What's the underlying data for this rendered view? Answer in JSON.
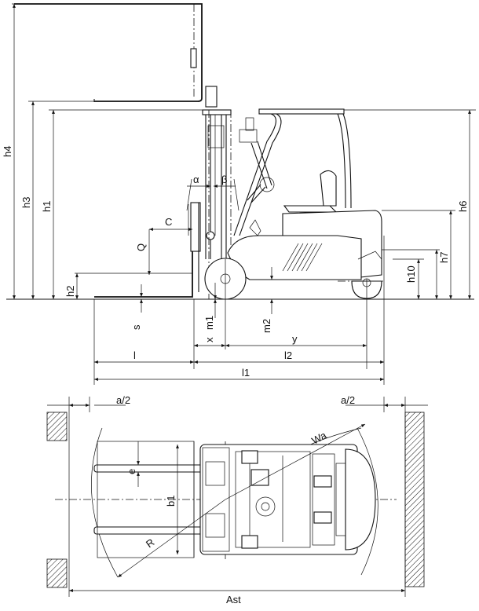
{
  "labels": {
    "h4": "h4",
    "h3": "h3",
    "h1": "h1",
    "h2": "h2",
    "h6": "h6",
    "h7": "h7",
    "h10": "h10",
    "alpha": "α",
    "beta": "β",
    "C": "C",
    "Q": "Q",
    "s": "s",
    "x": "x",
    "m1": "m1",
    "m2": "m2",
    "y": "y",
    "l": "l",
    "l2": "l2",
    "l1": "l1",
    "a2_left": "a/2",
    "a2_right": "a/2",
    "Wa": "Wa",
    "e": "e",
    "b1": "b1",
    "R": "R",
    "Ast": "Ast"
  }
}
